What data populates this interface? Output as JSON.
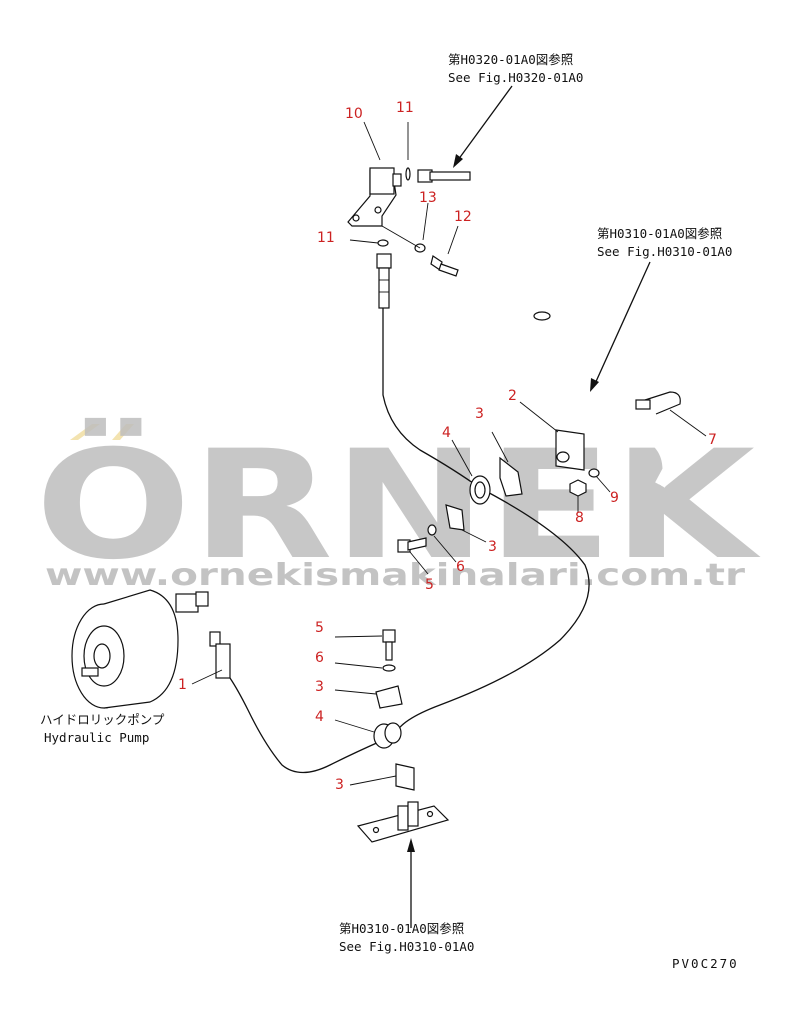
{
  "watermark": {
    "brand": "ÖRNEK",
    "url": "www.ornekismakinalari.com.tr",
    "color": "#bdbdbd",
    "accent": "#f3e3b0"
  },
  "references": {
    "top": {
      "jp": "第H0320-01A0図参照",
      "en": "See Fig.H0320-01A0"
    },
    "right": {
      "jp": "第H0310-01A0図参照",
      "en": "See Fig.H0310-01A0"
    },
    "bottom": {
      "jp": "第H0310-01A0図参照",
      "en": "See Fig.H0310-01A0"
    }
  },
  "pump": {
    "jp": "ハイドロリックポンプ",
    "en": "Hydraulic Pump"
  },
  "drawing_code": "PV0C270",
  "callouts": {
    "c1": "1",
    "c2": "2",
    "c3a": "3",
    "c3b": "3",
    "c3c": "3",
    "c3d": "3",
    "c4a": "4",
    "c4b": "4",
    "c5a": "5",
    "c5b": "5",
    "c6a": "6",
    "c6b": "6",
    "c7": "7",
    "c8": "8",
    "c9": "9",
    "c10": "10",
    "c11a": "11",
    "c11b": "11",
    "c12": "12",
    "c13": "13"
  },
  "colors": {
    "callout": "#cc2222",
    "line": "#111111"
  }
}
